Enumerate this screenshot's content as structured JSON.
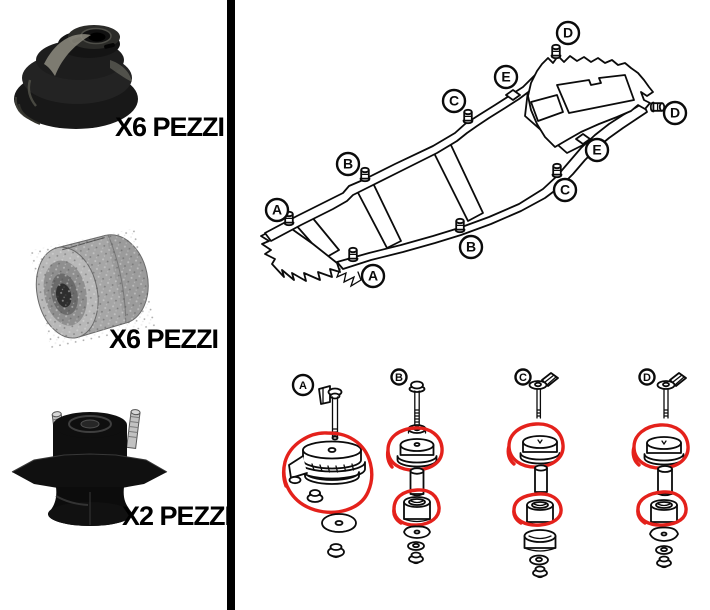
{
  "left_panel": {
    "parts": [
      {
        "id": "cone-rubber-bushing",
        "quantity_label": "X6 PEZZI"
      },
      {
        "id": "grey-cylinder-bushing",
        "quantity_label": "X6 PEZZI"
      },
      {
        "id": "flanged-stud-mount",
        "quantity_label": "X2 PEZZI"
      }
    ]
  },
  "chassis_diagram": {
    "callouts": [
      {
        "letter": "D"
      },
      {
        "letter": "E"
      },
      {
        "letter": "C"
      },
      {
        "letter": "D"
      },
      {
        "letter": "E"
      },
      {
        "letter": "B"
      },
      {
        "letter": "C"
      },
      {
        "letter": "A"
      },
      {
        "letter": "B"
      },
      {
        "letter": "A"
      }
    ]
  },
  "assemblies": [
    {
      "letter": "A",
      "highlight_circles": 1
    },
    {
      "letter": "B",
      "highlight_circles": 2
    },
    {
      "letter": "C",
      "highlight_circles": 2
    },
    {
      "letter": "D",
      "highlight_circles": 2
    }
  ],
  "colors": {
    "highlight_red": "#e4211b",
    "line_black": "#0b0b0b",
    "bushing_grey": "#cbcbcb"
  }
}
